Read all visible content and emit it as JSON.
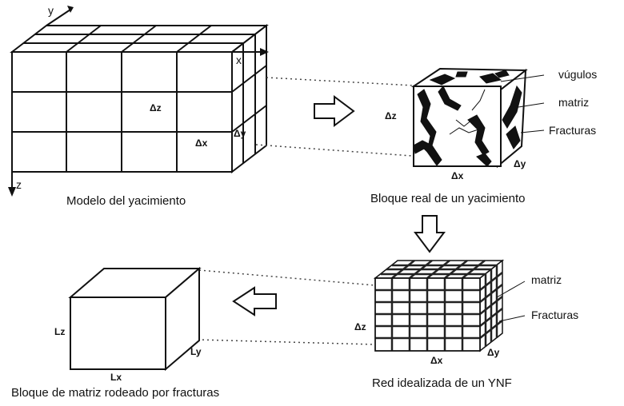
{
  "captions": {
    "reservoir_model": "Modelo del yacimiento",
    "real_block": "Bloque real de un yacimiento",
    "idealized_network": "Red idealizada de un YNF",
    "matrix_block": "Bloque de matriz rodeado por fracturas"
  },
  "axes": {
    "x": "x",
    "y": "y",
    "z": "z"
  },
  "symbols": {
    "dx": "Δx",
    "dy": "Δy",
    "dz": "Δz",
    "lx": "Lx",
    "ly": "Ly",
    "lz": "Lz"
  },
  "real_block_labels": {
    "vugs": "vúgulos",
    "matrix": "matriz",
    "fractures": "Fracturas"
  },
  "network_labels": {
    "matrix": "matriz",
    "fractures": "Fracturas"
  }
}
